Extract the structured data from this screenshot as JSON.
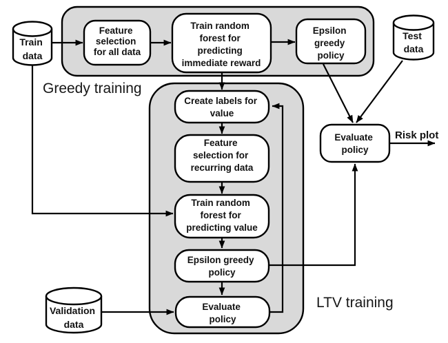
{
  "diagram": {
    "background": "#ffffff",
    "container_fill": "#d9d9d9",
    "node_fill": "#ffffff",
    "stroke_color": "#000000",
    "text_color": "#111111"
  },
  "groups": {
    "greedy": {
      "label": "Greedy training"
    },
    "ltv": {
      "label": "LTV training"
    }
  },
  "datastores": {
    "train": {
      "lines": [
        "Train",
        "data"
      ]
    },
    "test": {
      "lines": [
        "Test",
        "data"
      ]
    },
    "validation": {
      "lines": [
        "Validation",
        "data"
      ]
    }
  },
  "nodes": {
    "feature_selection_all": {
      "lines": [
        "Feature",
        "selection",
        "for all data"
      ]
    },
    "train_rf_immediate": {
      "lines": [
        "Train random",
        "forest for",
        "predicting",
        "immediate reward"
      ]
    },
    "epsilon_greedy": {
      "lines": [
        "Epsilon",
        "greedy",
        "policy"
      ]
    },
    "create_labels": {
      "lines": [
        "Create labels for",
        "value"
      ]
    },
    "feature_selection_recurring": {
      "lines": [
        "Feature",
        "selection for",
        "recurring data"
      ]
    },
    "train_rf_value": {
      "lines": [
        "Train random",
        "forest for",
        "predicting value"
      ]
    },
    "epsilon_greedy_ltv": {
      "lines": [
        "Epsilon greedy",
        "policy"
      ]
    },
    "evaluate_policy_ltv": {
      "lines": [
        "Evaluate",
        "policy"
      ]
    },
    "evaluate_policy": {
      "lines": [
        "Evaluate",
        "policy"
      ]
    }
  },
  "outputs": {
    "risk_plot": "Risk plot"
  }
}
